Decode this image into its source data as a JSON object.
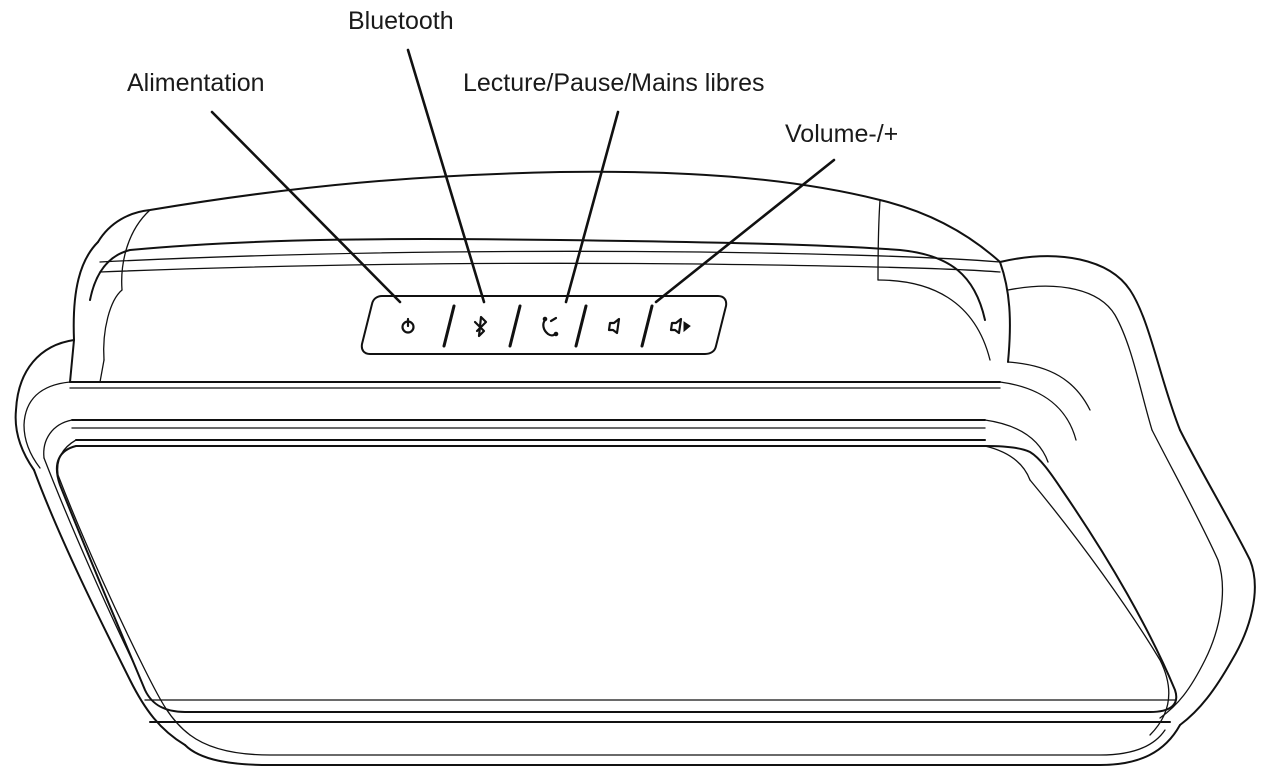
{
  "callouts": {
    "bluetooth": "Bluetooth",
    "power": "Alimentation",
    "play_pause_handsfree": "Lecture/Pause/Mains libres",
    "volume": "Volume-/+"
  },
  "buttons": [
    {
      "icon": "power-icon"
    },
    {
      "icon": "bluetooth-icon"
    },
    {
      "icon": "phone-icon"
    },
    {
      "icon": "volume-down-icon"
    },
    {
      "icon": "volume-up-icon"
    }
  ],
  "colors": {
    "line": "#111111",
    "background": "#ffffff",
    "text": "#1a1a1a"
  }
}
